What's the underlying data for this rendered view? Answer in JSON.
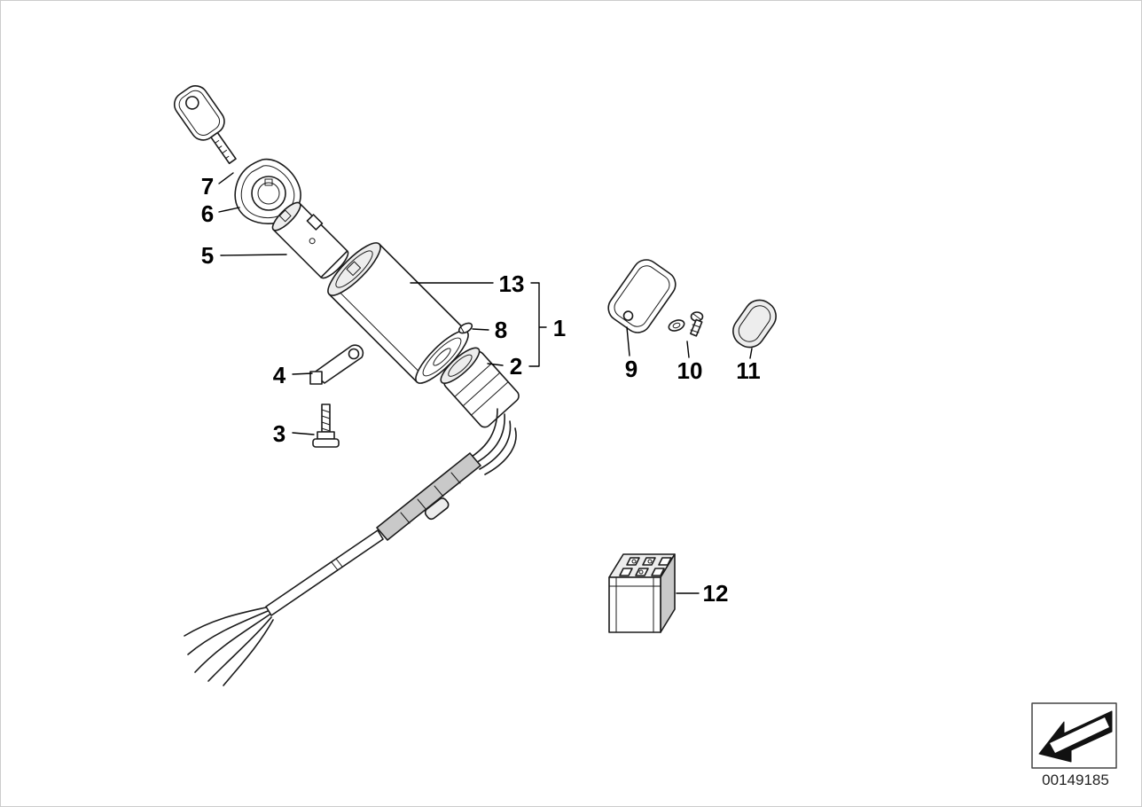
{
  "diagram": {
    "doc_number": "00149185",
    "parts": [
      {
        "label": "1"
      },
      {
        "label": "2"
      },
      {
        "label": "3"
      },
      {
        "label": "4"
      },
      {
        "label": "5"
      },
      {
        "label": "6"
      },
      {
        "label": "7"
      },
      {
        "label": "8"
      },
      {
        "label": "9"
      },
      {
        "label": "10"
      },
      {
        "label": "11"
      },
      {
        "label": "12"
      },
      {
        "label": "13"
      }
    ],
    "icons": {
      "nav_arrow": "back-arrow-icon"
    },
    "colors": {
      "line": "#1b1b1b",
      "shade_light": "#ededed",
      "shade_mid": "#c9c9c9",
      "background": "#ffffff"
    }
  }
}
